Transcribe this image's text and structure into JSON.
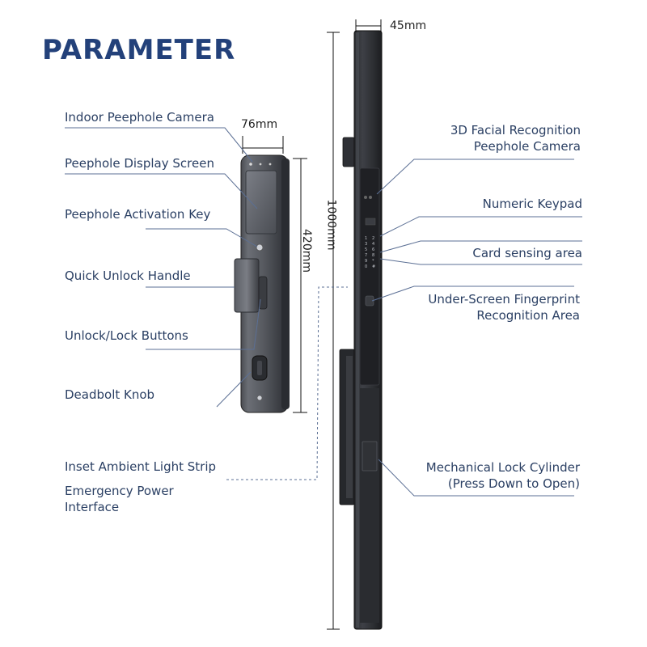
{
  "title": "PARAMETER",
  "dimensions": {
    "front_width": "76mm",
    "front_height": "420mm",
    "side_width": "45mm",
    "side_height": "1000mm"
  },
  "left_labels": [
    "Indoor Peephole Camera",
    "Peephole Display Screen",
    "Peephole Activation Key",
    "Quick Unlock Handle",
    "Unlock/Lock Buttons",
    "Deadbolt Knob",
    "Inset Ambient Light Strip",
    "Emergency Power",
    "Interface"
  ],
  "right_labels": {
    "facial_1": "3D Facial Recognition",
    "facial_2": "Peephole Camera",
    "keypad": "Numeric Keypad",
    "card": "Card sensing area",
    "fingerprint_1": "Under-Screen Fingerprint",
    "fingerprint_2": "Recognition Area",
    "cylinder_1": "Mechanical Lock Cylinder",
    "cylinder_2": "(Press Down to Open)"
  },
  "keypad_digits": [
    "1",
    "2",
    "3",
    "4",
    "5",
    "6",
    "7",
    "8",
    "9",
    "*",
    "0",
    "#"
  ],
  "colors": {
    "title": "#23417a",
    "label": "#2a3f63",
    "leader": "#5b6f94",
    "device": "#2b2d31"
  }
}
